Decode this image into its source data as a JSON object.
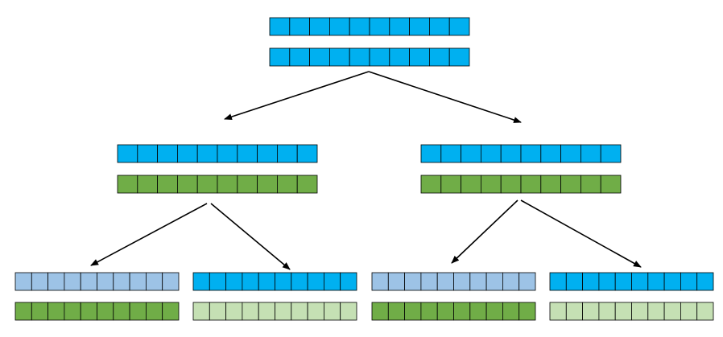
{
  "colors": {
    "blue": "#00b0f0",
    "green": "#70ad47",
    "light_blue": "#9dc3e6",
    "light_green": "#c5e0b4",
    "grid_line": "#000000",
    "arrow": "#000000"
  },
  "tree": {
    "cells_per_row": 10,
    "root": {
      "rows": [
        "blue",
        "blue"
      ],
      "children": [
        {
          "rows": [
            "blue",
            "green"
          ],
          "children": [
            {
              "rows": [
                "light_blue",
                "green"
              ]
            },
            {
              "rows": [
                "blue",
                "light_green"
              ]
            }
          ]
        },
        {
          "rows": [
            "blue",
            "green"
          ],
          "children": [
            {
              "rows": [
                "light_blue",
                "green"
              ]
            },
            {
              "rows": [
                "blue",
                "light_green"
              ]
            }
          ]
        }
      ]
    }
  }
}
